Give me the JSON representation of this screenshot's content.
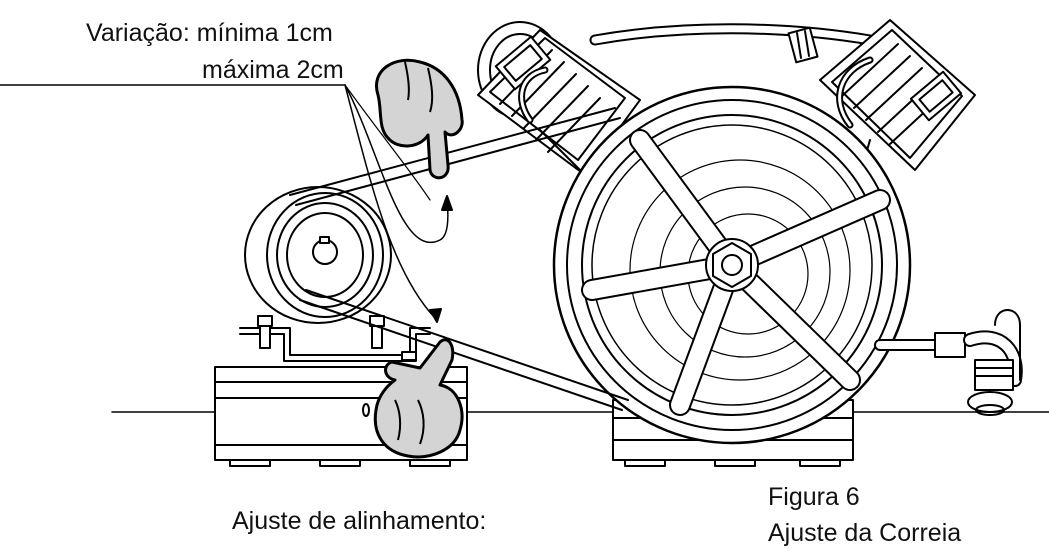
{
  "annotations": {
    "variation_line1": "Variação: mínima 1cm",
    "variation_line2": "máxima 2cm",
    "alignment": "Ajuste de alinhamento:"
  },
  "figure": {
    "number": "Figura 6",
    "title": "Ajuste da Correia"
  },
  "colors": {
    "stroke": "#000000",
    "hand_fill": "#d4d4d4",
    "background": "#ffffff"
  },
  "icons": [
    "pointing-hand-down-icon",
    "pointing-hand-up-icon"
  ]
}
